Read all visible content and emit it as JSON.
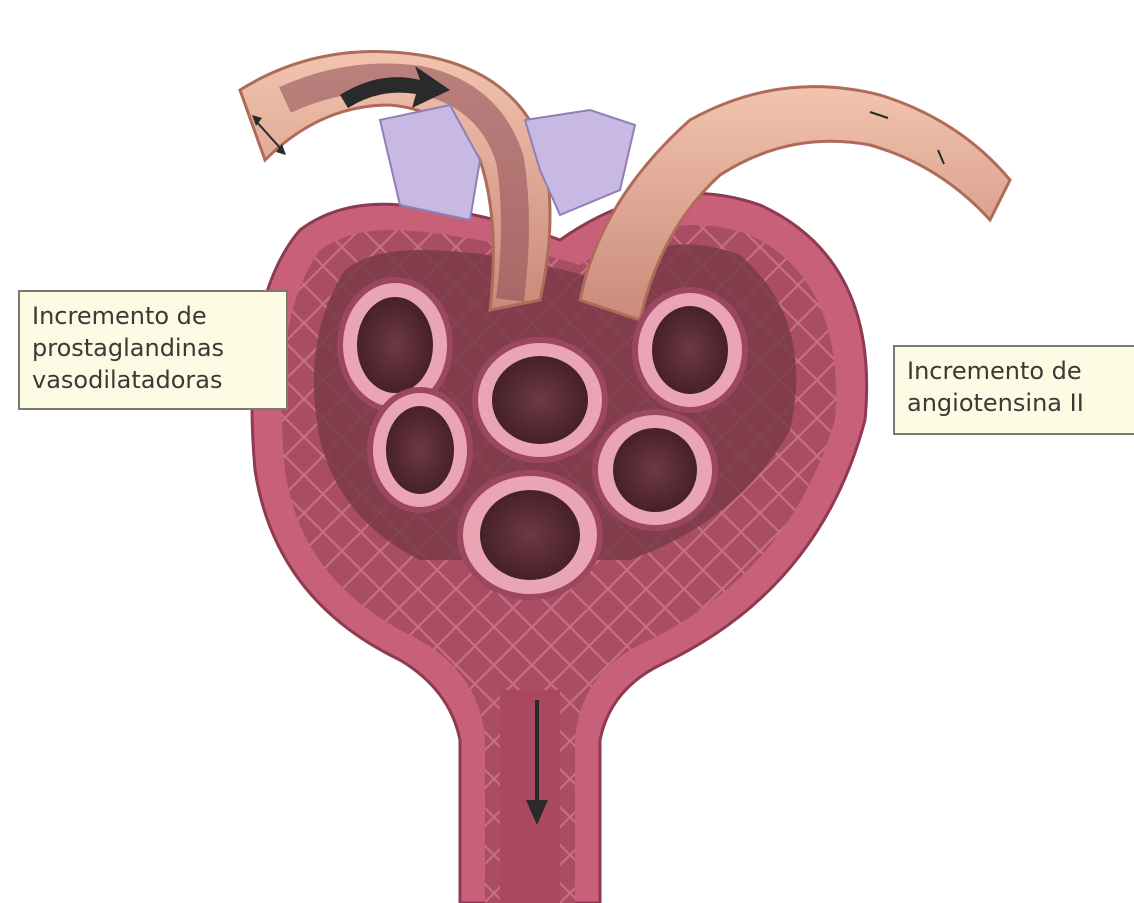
{
  "labels": {
    "left": {
      "lines": [
        "Incremento de",
        "prostaglandinas",
        "vasodilatadoras"
      ]
    },
    "right": {
      "lines": [
        "Incremento de",
        "angiotensina II"
      ]
    }
  },
  "colors": {
    "capsule_outer": "#c9607a",
    "capsule_inner": "#7a3b48",
    "capillary_wall": "#e9a5b4",
    "arteriole": "#e8b59a",
    "macula_cells": "#c8b8e4",
    "label_bg": "#fdfbe3",
    "flow_arrow": "#2a2a2a"
  },
  "icons": [
    "afferent-flow-arrow",
    "tubule-flow-arrow",
    "diameter-arrow-left",
    "diameter-arrow-right"
  ]
}
